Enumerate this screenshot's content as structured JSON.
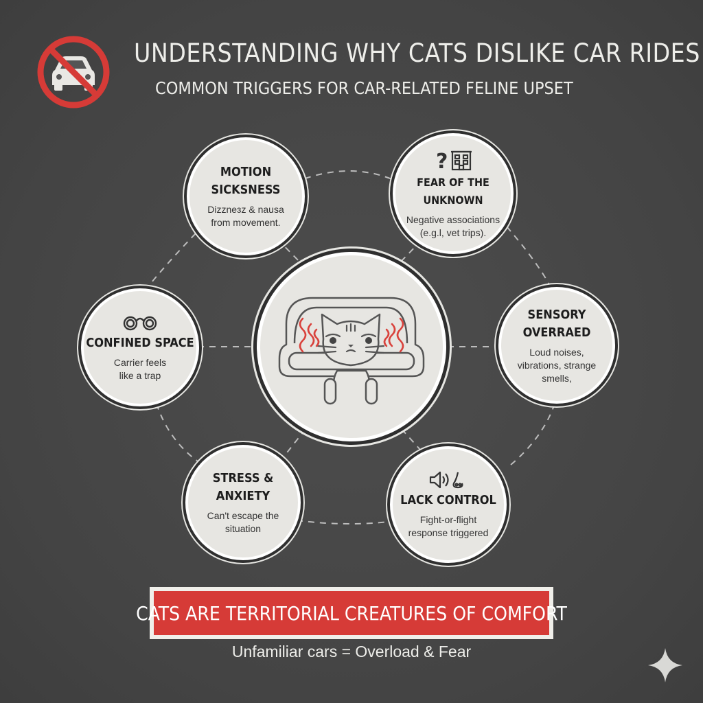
{
  "header": {
    "title": "UNDERSTANDING WHY CATS DISLIKE CAR RIDES",
    "subtitle": "COMMON TRIGGERS FOR CAR-RELATED FELINE UPSET",
    "icon": "no-car-icon"
  },
  "center": {
    "icon": "stressed-cat-in-car-icon"
  },
  "nodes": [
    {
      "title": "MOTION SICKSNESS",
      "desc": "Dizzneɜz & nausa from movement."
    },
    {
      "title": "FEAR OF THE UNKNOWN",
      "desc": "Negative associations (e.g.l, vet trips).",
      "icon": "question-building-icon"
    },
    {
      "title": "CONFINED SPACE",
      "desc": "Carrier feels like a trap",
      "icon": "handcuffs-icon"
    },
    {
      "title": "SENSORY OVERRAED",
      "desc": "Loud noises, vibrations, strange smells,"
    },
    {
      "title": "STRESS & ANXIETY",
      "desc": "Can't escape the situation"
    },
    {
      "title": "LACK CONTROL",
      "desc": "Fight-or-flight response triggered",
      "icon": "sound-and-nose-icon"
    }
  ],
  "banner": {
    "text": "CATS ARE TERRITORIAL CREATURES OF COMFORT"
  },
  "footer": {
    "text": "Unfamiliar cars = Overload & Fear"
  },
  "colors": {
    "background": "#4a4a4a",
    "circle_fill": "#e7e6e2",
    "accent_red": "#d63b37",
    "stress_lines": "#d9423c",
    "text_light": "#eeeeea"
  }
}
